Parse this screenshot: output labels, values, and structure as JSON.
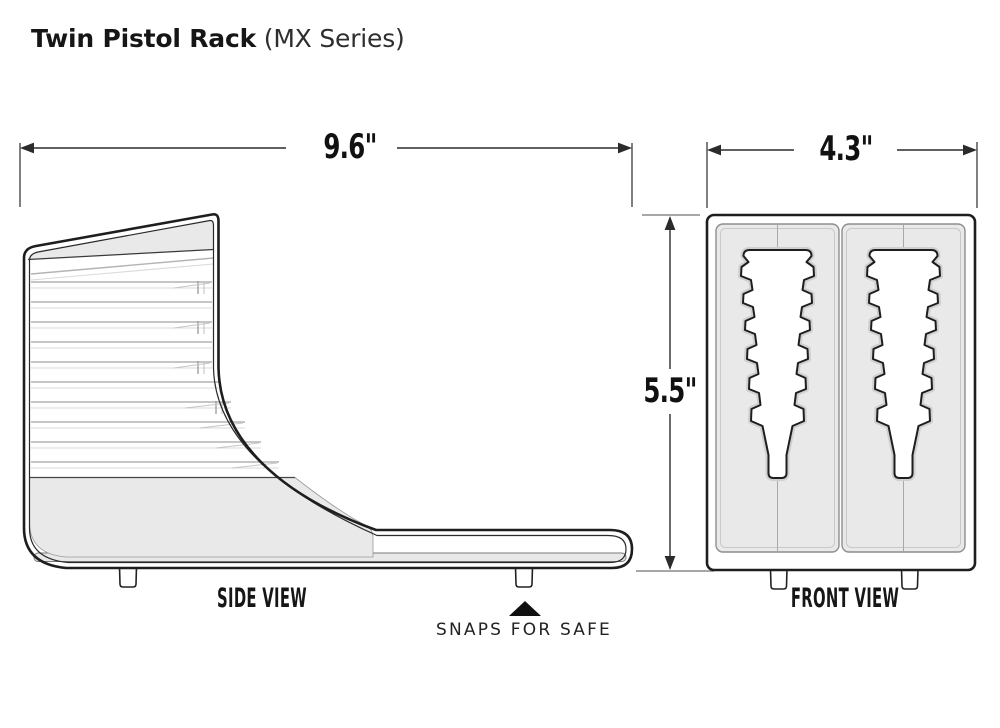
{
  "title": {
    "product": "Twin Pistol Rack",
    "series": " (MX Series)"
  },
  "dimensions": {
    "side_width": "9.6\"",
    "front_width": "4.3\"",
    "height": "5.5\""
  },
  "labels": {
    "side_view": "SIDE VIEW",
    "front_view": "FRONT VIEW",
    "snaps_note": "SNAPS FOR SAFE"
  },
  "colors": {
    "line": "#1e1e1e",
    "dim": "#2b2b2b",
    "tick": "#8a8a8a",
    "gray_fill": "#e9e9e9"
  }
}
